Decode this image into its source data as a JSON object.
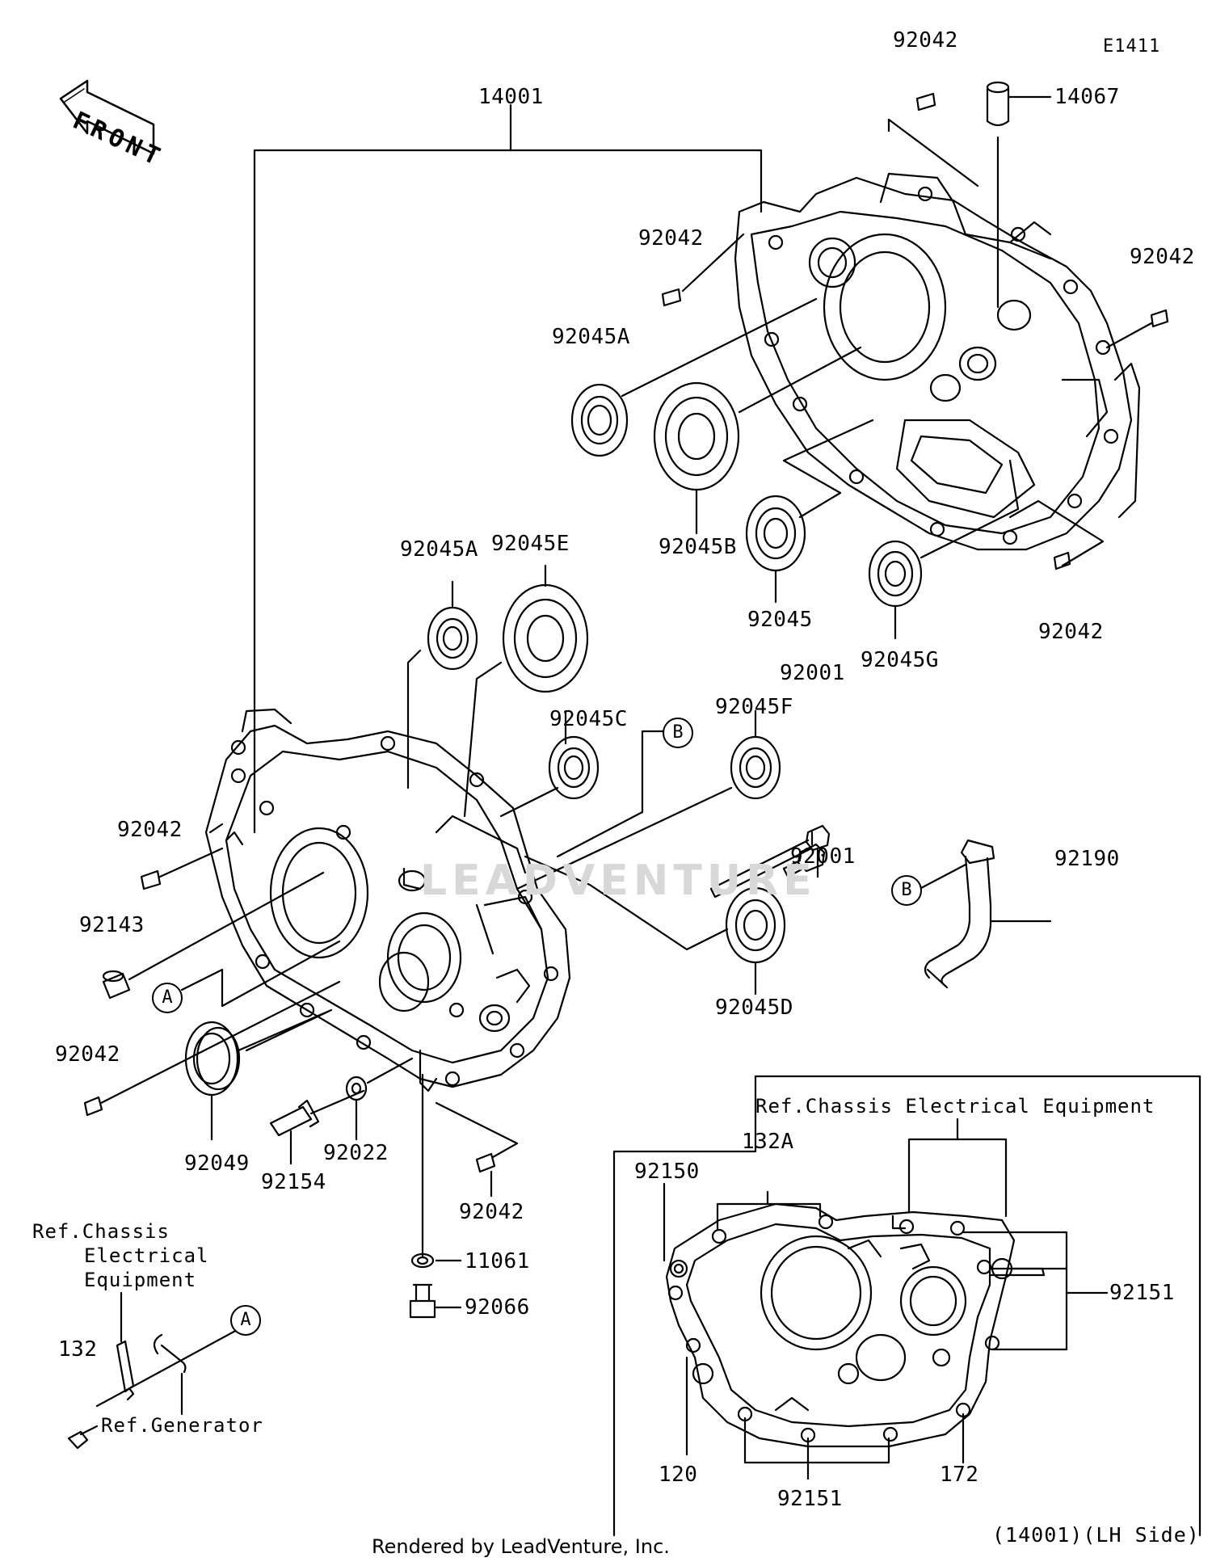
{
  "diagram": {
    "code": "E1411",
    "front_label": "FRONT",
    "footer": "Rendered by LeadVenture, Inc.",
    "watermark": "LEADVENTURE",
    "labels": {
      "p14001": "14001",
      "p92042_a": "92042",
      "p14067": "14067",
      "p92042_b": "92042",
      "p92042_c": "92042",
      "p92045A_top": "92045A",
      "p92045B": "92045B",
      "p92045": "92045",
      "p92045G": "92045G",
      "p92042_d": "92042",
      "p92045A_mid": "92045A",
      "p92045E": "92045E",
      "p92001_a": "92001",
      "p92045C": "92045C",
      "p92045F": "92045F",
      "p92001_b": "92001",
      "p92042_e": "92042",
      "p92190": "92190",
      "p92143": "92143",
      "p92045D": "92045D",
      "p92042_f": "92042",
      "p92049": "92049",
      "p92154": "92154",
      "p92022": "92022",
      "p92042_g": "92042",
      "p11061": "11061",
      "p92066": "92066",
      "p132": "132",
      "p92150": "92150",
      "p132A": "132A",
      "p92151_right": "92151",
      "p120": "120",
      "p92151_bottom": "92151",
      "p172": "172"
    },
    "circles": {
      "a1": "A",
      "a2": "A",
      "b1": "B",
      "b2": "B"
    },
    "refs": {
      "chassis_left_1": "Ref.Chassis",
      "chassis_left_2": "Electrical",
      "chassis_left_3": "Equipment",
      "generator": "Ref.Generator",
      "chassis_box": "Ref.Chassis Electrical Equipment",
      "lh_side": "(14001)(LH Side)"
    }
  }
}
